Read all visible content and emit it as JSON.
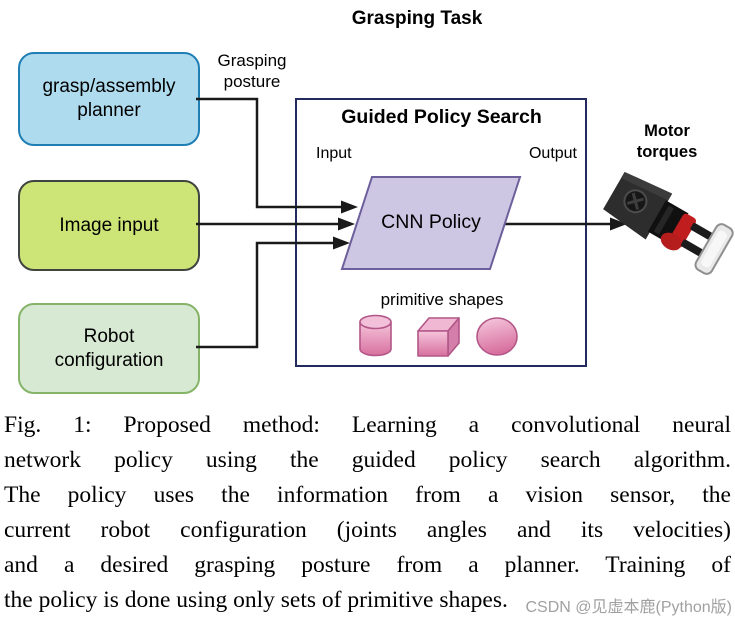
{
  "figure": {
    "title": "Grasping Task",
    "boxes": {
      "planner": "grasp/assembly\nplanner",
      "image_input": "Image input",
      "robot_config": "Robot\nconfiguration"
    },
    "labels": {
      "grasping_posture": "Grasping\nposture",
      "gps_title": "Guided Policy Search",
      "input": "Input",
      "output": "Output",
      "cnn_policy": "CNN Policy",
      "primitive_shapes": "primitive shapes",
      "motor_torques": "Motor\ntorques"
    },
    "icons": {
      "primitives": [
        "cylinder-icon",
        "cube-icon",
        "sphere-icon"
      ],
      "output_image": "robot-gripper-photo"
    }
  },
  "caption": {
    "lines": [
      "Fig. 1: Proposed method: Learning a convolutional neural",
      "network policy using the guided policy search algorithm.",
      "The policy uses the information from a vision sensor, the",
      "current robot configuration (joints angles and its velocities)",
      "and a desired grasping posture from a planner. Training of",
      "the policy is done using only sets of primitive shapes."
    ]
  },
  "watermark": "CSDN @见虚本鹿(Python版)",
  "colors": {
    "planner-fill": "#aedbee",
    "planner-stroke": "#1f7fb5",
    "image-fill": "#cde577",
    "image-stroke": "#3f4440",
    "robot-fill": "#d7e9d3",
    "robot-stroke": "#85b469",
    "gps-stroke": "#222a5e",
    "cnn-fill": "#cdc7e4",
    "cnn-stroke": "#6c5f9b",
    "pink-light": "#f5c5db",
    "pink-dark": "#d8709f",
    "pink-stroke": "#b25787",
    "line": "#1a1a1a"
  }
}
